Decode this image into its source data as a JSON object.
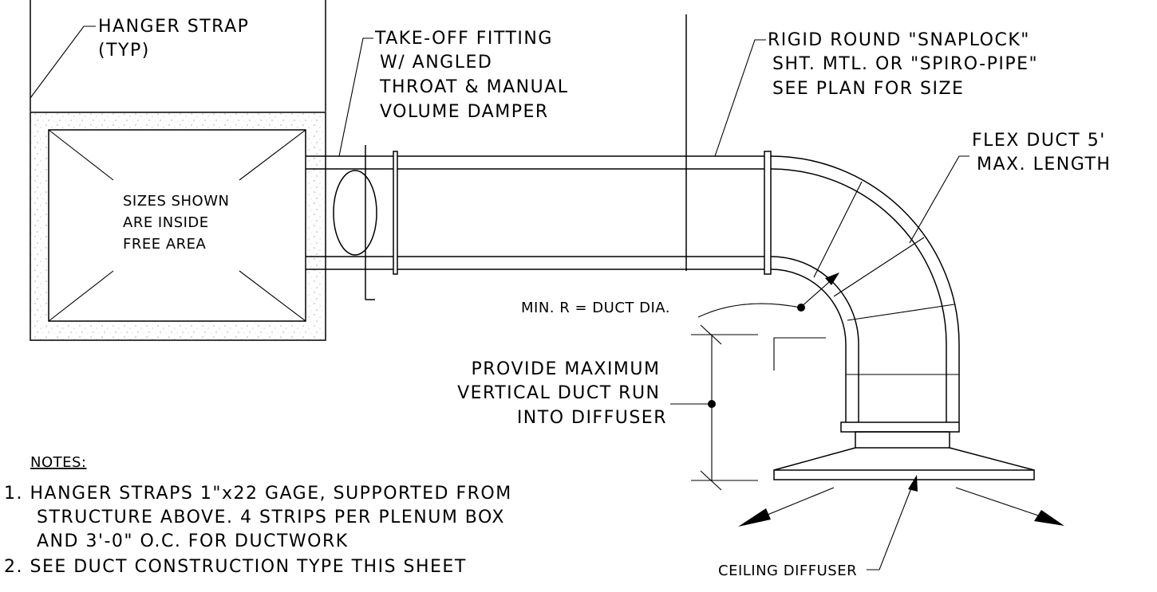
{
  "labels": {
    "hanger_strap": [
      "HANGER STRAP",
      "(TYP)"
    ],
    "takeoff": [
      "TAKE-OFF FITTING",
      "W/ ANGLED",
      "THROAT & MANUAL",
      "VOLUME DAMPER"
    ],
    "rigid_round": [
      "RIGID ROUND \"SNAPLOCK\"",
      "SHT. MTL. OR \"SPIRO-PIPE\"",
      "SEE PLAN FOR SIZE"
    ],
    "flex_duct": [
      "FLEX DUCT 5'",
      "MAX. LENGTH"
    ],
    "plenum_box": [
      "SIZES SHOWN",
      "ARE INSIDE",
      "FREE AREA"
    ],
    "min_radius": "MIN. R = DUCT DIA.",
    "vertical_run": [
      "PROVIDE MAXIMUM",
      "VERTICAL DUCT RUN",
      "INTO DIFFUSER"
    ],
    "ceiling_diffuser": "CEILING DIFFUSER"
  },
  "notes": {
    "heading": "NOTES:",
    "items": [
      [
        "1. HANGER STRAPS 1\"x22 GAGE, SUPPORTED FROM",
        "STRUCTURE ABOVE. 4 STRIPS PER PLENUM BOX",
        "AND 3'-0\" O.C. FOR DUCTWORK"
      ],
      [
        "2. SEE DUCT CONSTRUCTION TYPE THIS SHEET"
      ]
    ]
  }
}
